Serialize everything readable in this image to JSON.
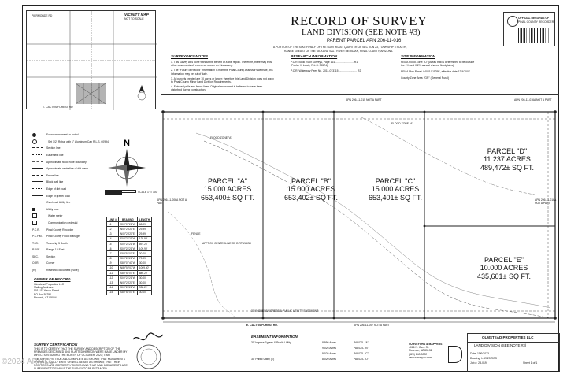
{
  "title": {
    "main": "RECORD OF SURVEY",
    "sub": "LAND DIVISION (SEE NOTE #3)",
    "parent_parcel": "PARENT PARCEL APN 206-11-016",
    "description": [
      "A PORTION OF THE SOUTH HALF OF THE SOUTHEAST QUARTER OF SECTION 23, TOWNSHIP 5 SOUTH,",
      "RANGE 10 EAST OF THE GILA AND SALT RIVER MERIDIAN, PINAL COUNTY, ARIZONA."
    ]
  },
  "vicinity_map": {
    "label": "VICINITY MAP",
    "not_to_scale": "NOT TO SCALE",
    "roads": [
      "PIERMONDE RD",
      "E. CACTUS FOREST RD"
    ]
  },
  "surveyors_notes": {
    "heading": "SURVEYOR'S NOTES",
    "items": [
      "1. This survey was done without the benefit of a title report. Therefore, there may exist",
      "other easements of record not shown on this survey.",
      "2. The \"Future of Record\" information is from the Pinal County Assessor's website, this",
      "information may be out of date.",
      "3. All parcels created are 10 acres or larger; therefore this Land Division does not apply",
      "to Pinal County Minor Land Division Requirements.",
      "4. Finished pulls and fence lines. Original monument is believed to have been",
      "disturbed during construction."
    ]
  },
  "research_information": {
    "heading": "RESEARCH INFORMATION",
    "items": [
      "P.C.R.  Book 24 of Surveys, Page 161 ........................ R1",
      "(Poplar V. Lewis, R.L.S. 35574)",
      "P.C.R.  Waterway Fees No. 2011-073115 ........................ R2"
    ]
  },
  "site_information": {
    "heading": "SITE INFORMATION",
    "items": [
      "FEMA Flood Zone: \"D\" (Areas that is determined to be outside",
      "the 1% and 0.2% annual chance floodplains)",
      "FEMA Map Panel: 04021C1125E, effective date 12/4/2007",
      "County Zone Area: \"GR\" (General Rural)"
    ]
  },
  "legend": {
    "items": [
      "Found monument as noted",
      "Set 1/2\" Rebar with 1\" Aluminum Cap R.L.S. 60994",
      "Section line",
      "Easement line",
      "Approximate flood zone boundary",
      "Approximate centerline of dirt wash",
      "Fence line",
      "Block wall line",
      "Edge of dirt road",
      "Edge of gravel road",
      "Overhead Utility line",
      "Utility pole",
      "Water meter",
      "Communication pedestal",
      "Pinal County Recorder",
      "Pinal County Flood Manager",
      "Township 5 South",
      "Range 10 East",
      "Section",
      "Corner",
      "Research document (Note)"
    ],
    "abbreviations": [
      "P.C.R.",
      "P.C.F.M.",
      "T.5S.",
      "R.10E.",
      "SEC.",
      "COR.",
      "(R)"
    ]
  },
  "scale": {
    "label": "SCALE 1\" = 100'"
  },
  "line_table": {
    "headers": [
      "LINE #",
      "BEARING",
      "LENGTH"
    ],
    "rows": [
      [
        "L1",
        "S00°07'21\"W",
        "68.09'"
      ],
      [
        "L2",
        "N00°23'21\"E",
        "29.99'"
      ],
      [
        "L3",
        "N00°23'21\"E",
        "29.99'"
      ],
      [
        "L4",
        "S00°23'21\"W",
        "129.99'"
      ],
      [
        "L5",
        "S00°23'21\"W",
        "897.26'"
      ],
      [
        "L6",
        "S00°23'21\"W",
        "109.99'"
      ],
      [
        "L7",
        "S89°52'07\"E",
        "30.00'"
      ],
      [
        "L8",
        "S00°23'21\"W",
        "79.99'"
      ],
      [
        "L9",
        "S89°07'40\"W",
        "30.00'"
      ],
      [
        "L10",
        "N89°52'07\"W",
        "1009.50'"
      ],
      [
        "L11",
        "S89°52'07\"E",
        "889.20'"
      ],
      [
        "L12",
        "S00°23'21\"W",
        "30.00'"
      ],
      [
        "L13",
        "N00°23'21\"E",
        "30.00'"
      ],
      [
        "L14",
        "S00°23'21\"W",
        "932.21'"
      ],
      [
        "L15",
        "S89°52'07\"E",
        "30.00'"
      ]
    ]
  },
  "owner": {
    "heading": "OWNER OF RECORD",
    "lines": [
      "Olmstead Properties LLC",
      "",
      "Mailing Address:",
      "5014 E. Yucca Street",
      "PO Box 58790",
      "Phoenix, AZ 85054"
    ]
  },
  "certification": {
    "heading": "SURVEY CERTIFICATION",
    "lines": [
      "THIS IS TO CERTIFY THAT THE SURVEY AND DESCRIPTION OF THE",
      "PREMISES DESCRIBED AND PLATTED HEREON WERE MADE UNDER MY",
      "DIRECTION DURING THE MONTH OF OCTOBER, 2023; THAT",
      "THE SURVEY IS TRUE AND COMPLETE AS SHOWN; THAT MONUMENTS",
      "SHOWN ACTUALLY EXIST OR WILL BE SET AS SHOWN; THAT THEIR",
      "POSITIONS ARE CORRECTLY SHOWN AND THAT SAID MONUMENTS ARE",
      "SUFFICIENT TO ENABLE THE SURVEY TO BE RETRACED."
    ]
  },
  "easement_information": {
    "heading": "EASEMENT INFORMATION",
    "items": [
      [
        "30' Ingress/Egress & Public Utility",
        "8,996 Acres",
        "PARCEL \"A\""
      ],
      [
        "",
        "9,026 Acres",
        "PARCEL \"B\""
      ],
      [
        "",
        "9,026 Acres",
        "PARCEL \"C\""
      ],
      [
        "30' Public Utility (E)",
        "8,020 Acres",
        "PARCEL \"D\""
      ]
    ]
  },
  "surveyor_block": {
    "lines": [
      "SURVEYORS & MAPPERS",
      "4066 N. Cave St.",
      "Florence, AZ 85132",
      "(520) 840-0022",
      "www.surveyaz.com"
    ]
  },
  "title_block": {
    "project": "OLMSTEAD PROPERTIES LLC",
    "sheet_title": "LAND DIVISION (SEE NOTE #3)",
    "drawn": "Date: 11/6/2023",
    "drawing": "Drawing: L:\\2023 ROS",
    "job_no": "Job #: 23-019",
    "sheet": "Sheet 1 of 1"
  },
  "stamp": {
    "title": "OFFICIAL RECORDS OF",
    "subtitle": "PINAL COUNTY RECORDER"
  },
  "parcels": [
    {
      "name": "PARCEL \"A\"",
      "acres": "15.000 ACRES",
      "sqft": "653,400± SQ FT."
    },
    {
      "name": "PARCEL \"B\"",
      "acres": "15.000 ACRES",
      "sqft": "653,402± SQ FT."
    },
    {
      "name": "PARCEL \"C\"",
      "acres": "15.000 ACRES",
      "sqft": "653,401± SQ FT."
    },
    {
      "name": "PARCEL \"D\"",
      "acres": "11.237 ACRES",
      "sqft": "489,472± SQ FT."
    },
    {
      "name": "PARCEL \"E\"",
      "acres": "10.000 ACRES",
      "sqft": "435,601± SQ FT."
    }
  ],
  "map_labels": {
    "north_road": "APN 206-11-015 NOT A PART",
    "east_apn_top": "APN 206-11-016A NOT A PART",
    "west_apn": "APN 206-11-006A NOT A PART",
    "east_apn": "APN 206-11-016A NOT A PART",
    "south_road": "E. CACTUS FOREST RD.",
    "south_apn": "APN 206-11-007 NOT A PART",
    "flood_zone": "FLOOD ZONE \"A\"",
    "flood_zone2": "FLOOD ZONE \"A\"",
    "easement_note": "30' INGRESS/EGRESS & PUBLIC UTILITY EASEMENT",
    "fence": "FENCE",
    "dirt_wash": "APPROX CENTERLINE OF DIRT WASH"
  },
  "watermark": "©2024 ARMLS"
}
